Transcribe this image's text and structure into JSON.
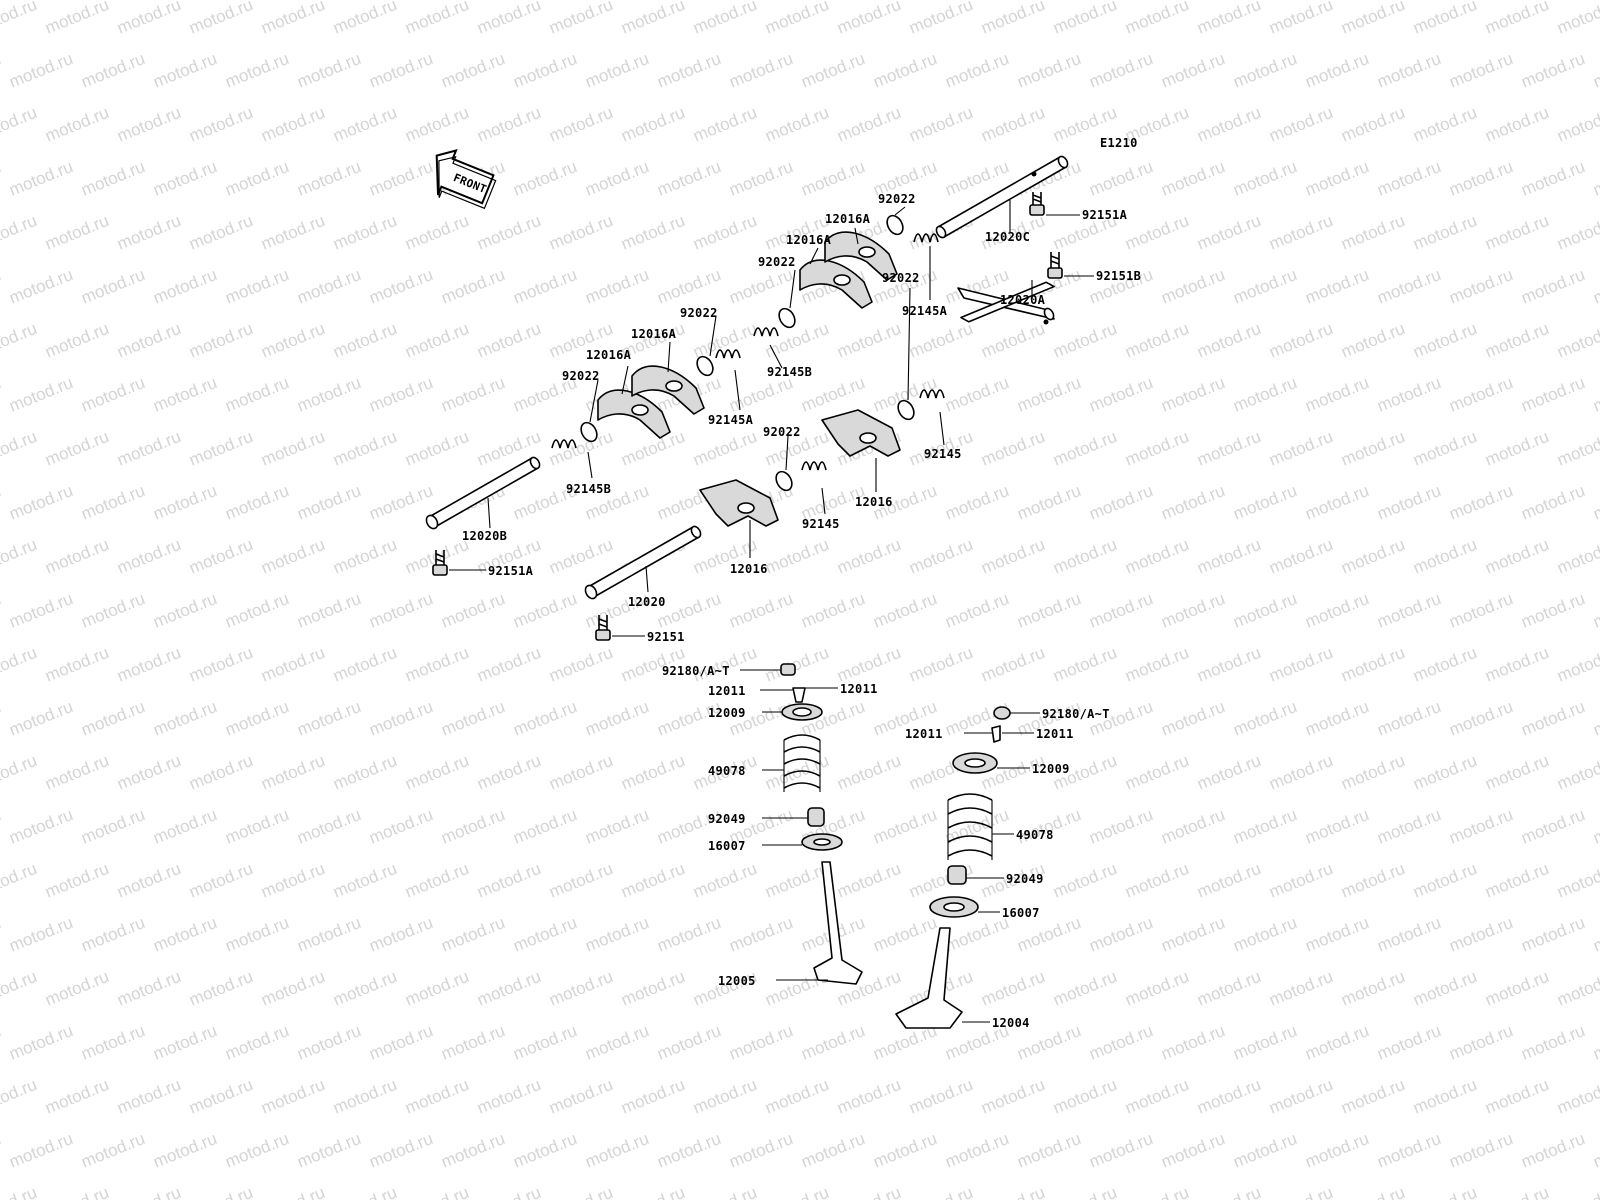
{
  "diagram_code": "E1210",
  "front_arrow": "FRONT",
  "watermark": "motod.ru",
  "labels": {
    "l_92022_top_right": "92022",
    "l_12016A_r1": "12016A",
    "l_12016A_r2": "12016A",
    "l_92022_r2": "92022",
    "l_12020C": "12020C",
    "l_92151A_top": "92151A",
    "l_92145A_right": "92145A",
    "l_92145B_mid": "92145B",
    "l_92022_mid": "92022",
    "l_12016A_l1": "12016A",
    "l_12016A_l2": "12016A",
    "l_92022_left": "92022",
    "l_92145A_left": "92145A",
    "l_92145B_left": "92145B",
    "l_92022_low_r": "92022",
    "l_12020A": "12020A",
    "l_92151B": "92151B",
    "l_92145_r": "92145",
    "l_92022_low_m": "92022",
    "l_12016_r": "12016",
    "l_92145_m": "92145",
    "l_12016_l": "12016",
    "l_12020B": "12020B",
    "l_92151A_left": "92151A",
    "l_12020": "12020",
    "l_92151": "92151",
    "l_92180_l": "92180/A~T",
    "l_12011_la": "12011",
    "l_12011_lb": "12011",
    "l_12009_l": "12009",
    "l_49078_l": "49078",
    "l_92049_l": "92049",
    "l_16007_l": "16007",
    "l_12005": "12005",
    "l_92180_r": "92180/A~T",
    "l_12011_ra": "12011",
    "l_12011_rb": "12011",
    "l_12009_r": "12009",
    "l_49078_r": "49078",
    "l_92049_r": "92049",
    "l_16007_r": "16007",
    "l_12004": "12004"
  }
}
